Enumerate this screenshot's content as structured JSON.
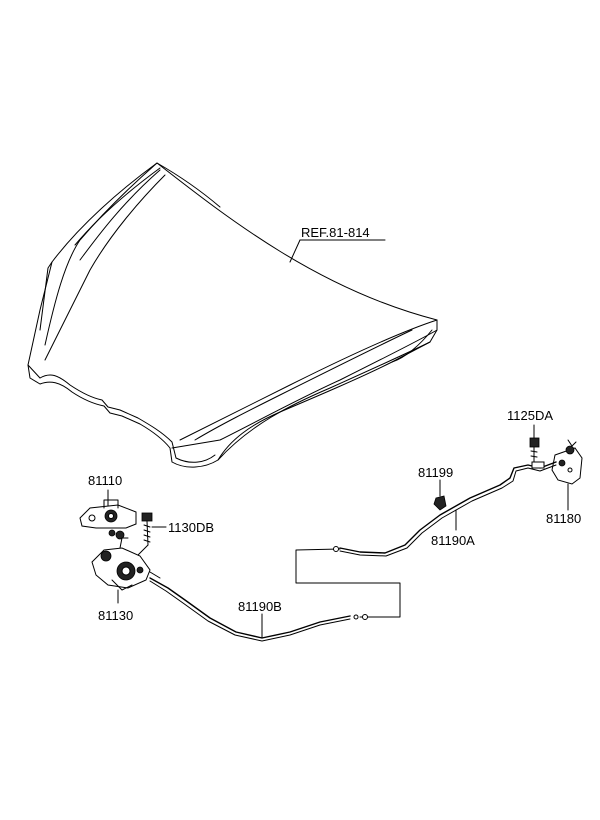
{
  "labels": {
    "ref": "REF.81-814",
    "p1125DA": "1125DA",
    "p81199": "81199",
    "p81180": "81180",
    "p81190A": "81190A",
    "p81110": "81110",
    "p1130DB": "1130DB",
    "p81130": "81130",
    "p81190B": "81190B"
  }
}
